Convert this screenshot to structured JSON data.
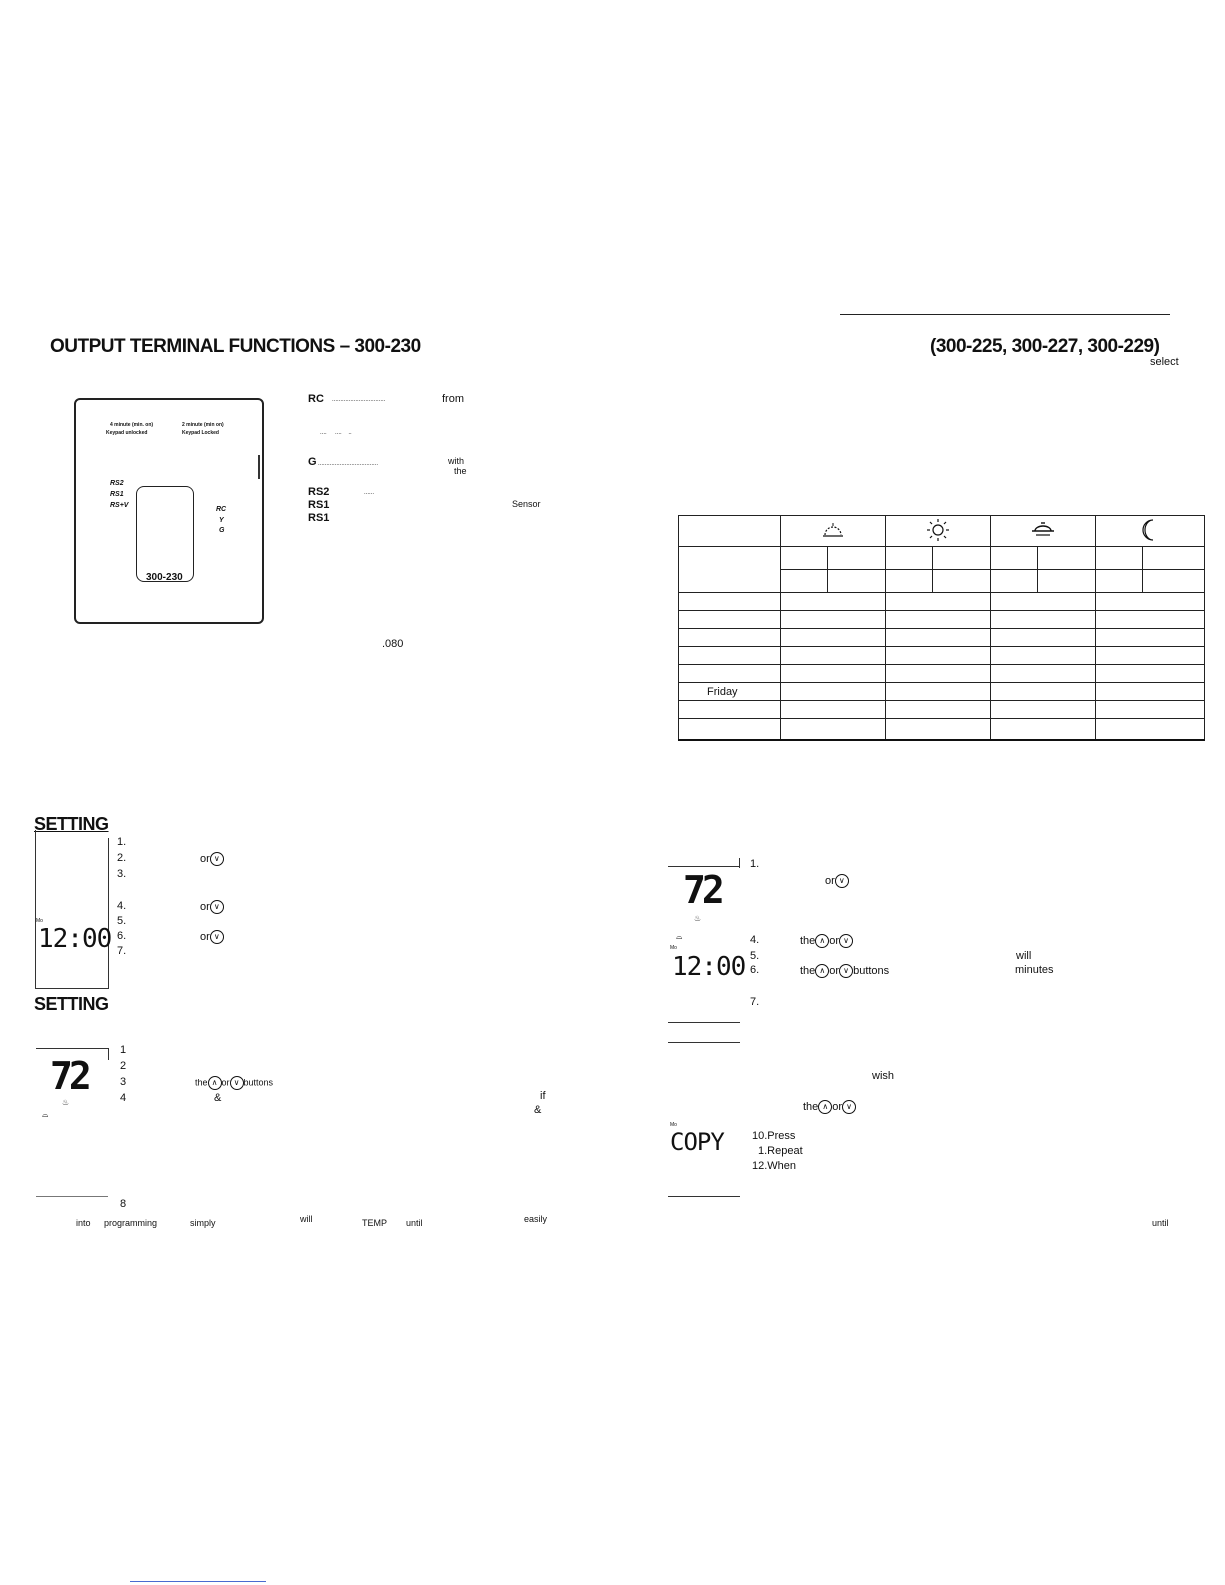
{
  "left": {
    "title": "OUTPUT TERMINAL FUNCTIONS – 300-230",
    "panel": {
      "line1a": "4 minute (min. on)",
      "line1b": "Keypad unlocked",
      "line2a": "2 minute (min on)",
      "line2b": "Keypad Locked",
      "terms_left": [
        "RS2",
        "RS1",
        "RS+V"
      ],
      "terms_right": [
        "RC",
        "Y",
        "G"
      ],
      "model": "300-230"
    },
    "terminals": {
      "rc": "RC",
      "rc_from": "from",
      "g": "G",
      "g_with": "with",
      "g_the": "the",
      "rs2": "RS2",
      "rs1a": "RS1",
      "rs1b": "RS1",
      "sensor": "Sensor",
      "value_080": ".080"
    },
    "setting1": {
      "heading": "SETTING",
      "steps": [
        "1.",
        "2.",
        "3.",
        "4.",
        "5.",
        "6.",
        "7."
      ],
      "or2": "or",
      "or4": "or",
      "or6": "or",
      "lcd_day": "Mo",
      "lcd_time": "12:00"
    },
    "setting2": {
      "heading": "SETTING",
      "steps": [
        "1",
        "2",
        "3",
        "4"
      ],
      "step3_text": "the",
      "step3_or": "or",
      "step3_buttons": "buttons",
      "step4_amp": "&",
      "if": "if",
      "amp2": "&",
      "lcd_temp": "72",
      "step8": "8"
    },
    "bottom_words": [
      "into",
      "programming",
      "simply",
      "will",
      "TEMP",
      "until",
      "easily"
    ]
  },
  "right": {
    "title": "(300-225, 300-227, 300-229)",
    "select": "select",
    "table": {
      "row_day": "Friday",
      "icons": [
        "sunrise-icon",
        "sun-icon",
        "sunset-icon",
        "moon-icon"
      ]
    },
    "steps_block": {
      "s1": "1.",
      "or1": "or",
      "s4": "4.",
      "s4_text": "the",
      "s4_or": "or",
      "s5": "5.",
      "s5_will": "will",
      "s6": "6.",
      "s6_text": "the",
      "s6_or": "or",
      "s6_buttons": "buttons",
      "s6_minutes": "minutes",
      "s7": "7.",
      "wish": "wish",
      "s9_text": "the",
      "s9_or": "or",
      "lcd_temp": "72",
      "lcd_day": "Mo",
      "lcd_time": "12:00",
      "copy_day": "Mo",
      "copy": "COPY",
      "s10": "10.Press",
      "s11": "1.Repeat",
      "s12": "12.When",
      "until": "until"
    }
  }
}
